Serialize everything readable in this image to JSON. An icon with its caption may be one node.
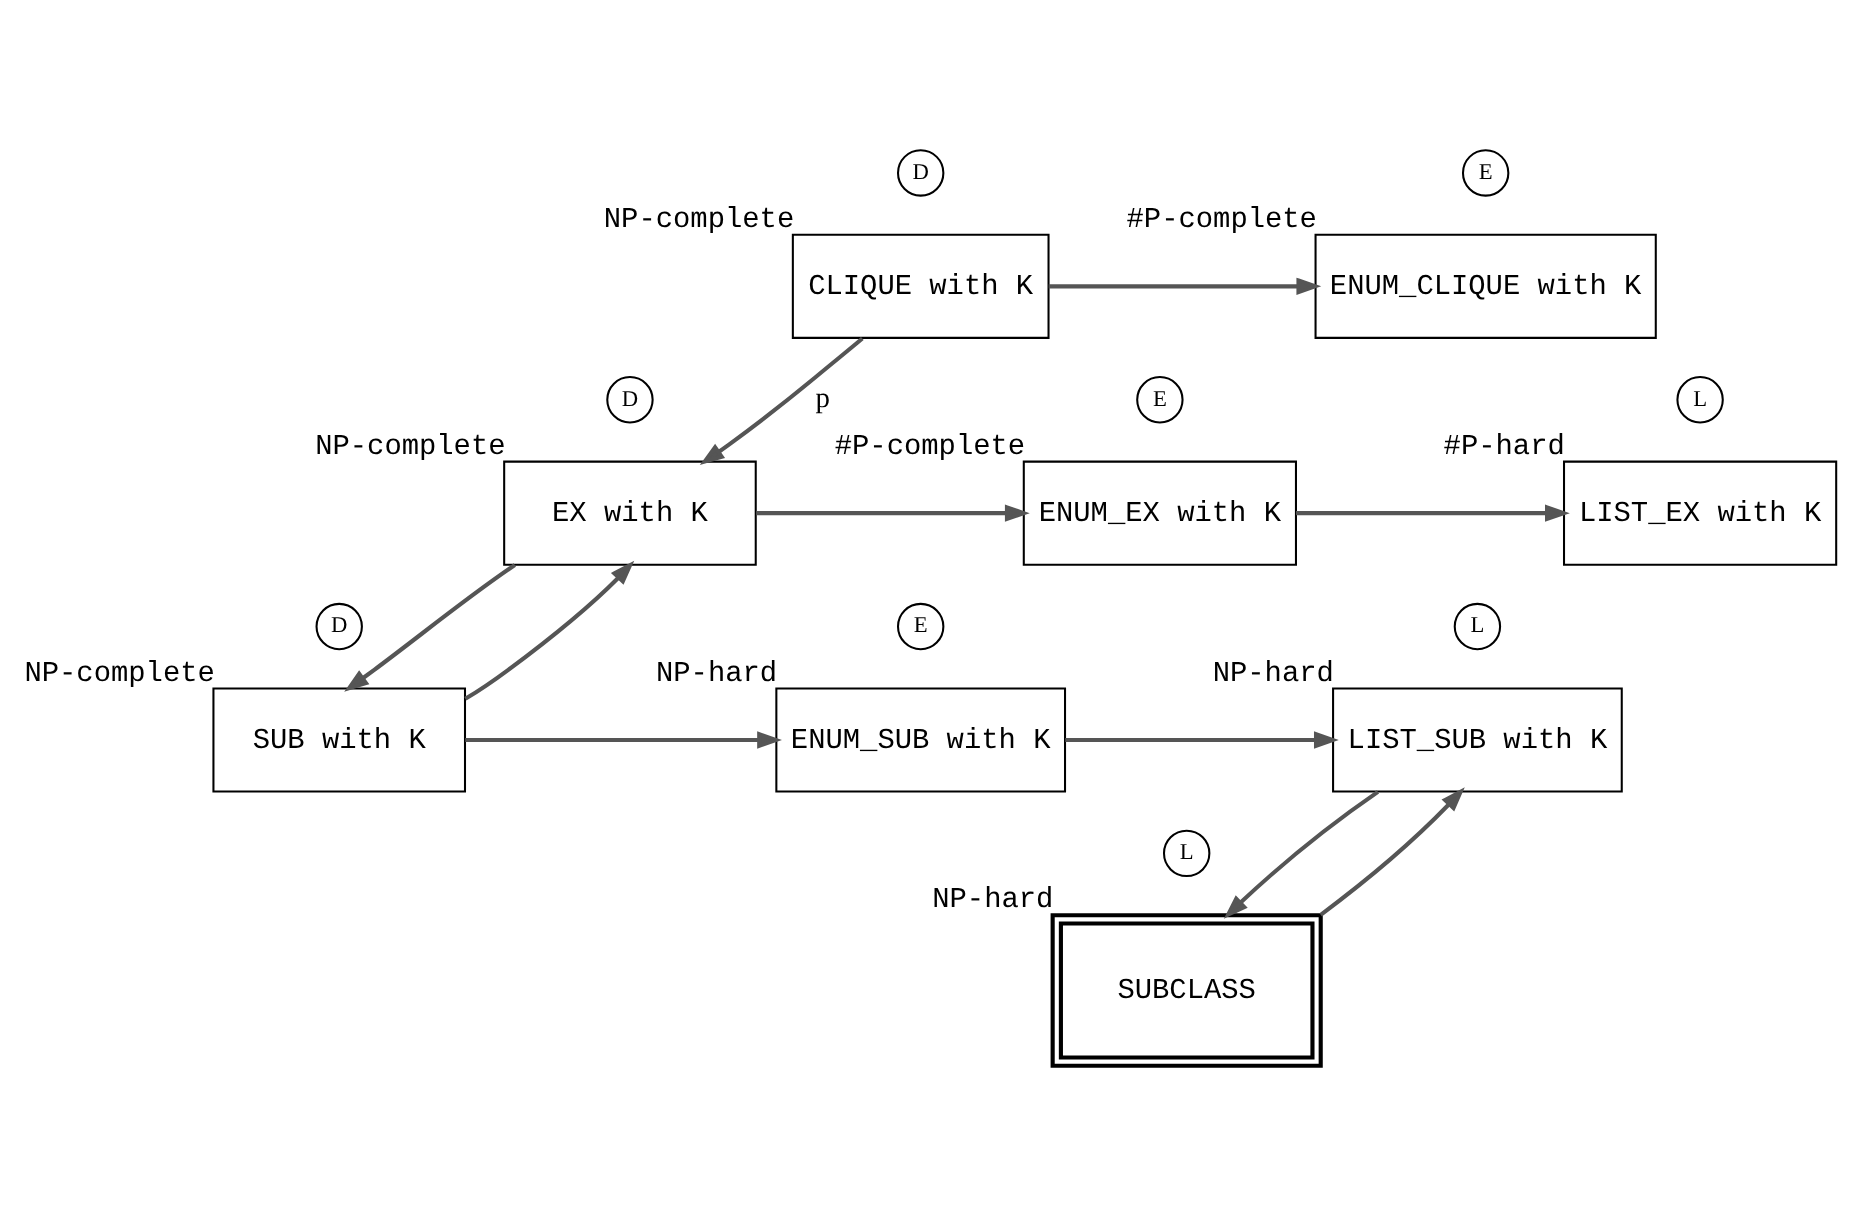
{
  "diagram": {
    "nodes": [
      {
        "text": [
          "D"
        ]
      },
      {
        "text": [
          "E"
        ]
      },
      {
        "text": [
          "CLIQUE with K"
        ],
        "beside": [
          "NP-complete"
        ]
      },
      {
        "text": [
          "ENUM_CLIQUE with K"
        ],
        "beside": [
          "#P-complete"
        ]
      },
      {
        "text": [
          "D"
        ]
      },
      {
        "text": [
          "E"
        ]
      },
      {
        "text": [
          "L"
        ]
      },
      {
        "text": [
          "EX with K"
        ],
        "beside": [
          "NP-complete"
        ]
      },
      {
        "text": [
          "ENUM_EX with K"
        ],
        "beside": [
          "#P-complete"
        ]
      },
      {
        "text": [
          "LIST_EX with K"
        ],
        "beside": [
          "#P-hard"
        ]
      },
      {
        "text": [
          "D"
        ]
      },
      {
        "text": [
          "E"
        ]
      },
      {
        "text": [
          "L"
        ]
      },
      {
        "text": [
          "SUB with K"
        ],
        "beside": [
          "NP-complete"
        ]
      },
      {
        "text": [
          "ENUM_SUB with K"
        ],
        "beside": [
          "NP-hard"
        ]
      },
      {
        "text": [
          "LIST_SUB with K"
        ],
        "beside": [
          "NP-hard"
        ]
      },
      {
        "text": [
          "L"
        ]
      },
      {
        "text": [
          "SUBCLASS"
        ],
        "beside": [
          "NP-hard"
        ]
      }
    ],
    "edges": [
      {
        "from": 2,
        "to": 3,
        "arrow": "to"
      },
      {
        "from": 2,
        "to": 7,
        "arrow": "to",
        "label": "p"
      },
      {
        "from": 7,
        "to": 8,
        "arrow": "to"
      },
      {
        "from": 8,
        "to": 9,
        "arrow": "to"
      },
      {
        "from": 7,
        "to": 13,
        "arrow": "to"
      },
      {
        "from": 13,
        "to": 7,
        "arrow": "to"
      },
      {
        "from": 13,
        "to": 14,
        "arrow": "to"
      },
      {
        "from": 14,
        "to": 15,
        "arrow": "to"
      },
      {
        "from": 15,
        "to": 17,
        "arrow": "to"
      },
      {
        "from": 17,
        "to": 15,
        "arrow": "to"
      }
    ]
  }
}
